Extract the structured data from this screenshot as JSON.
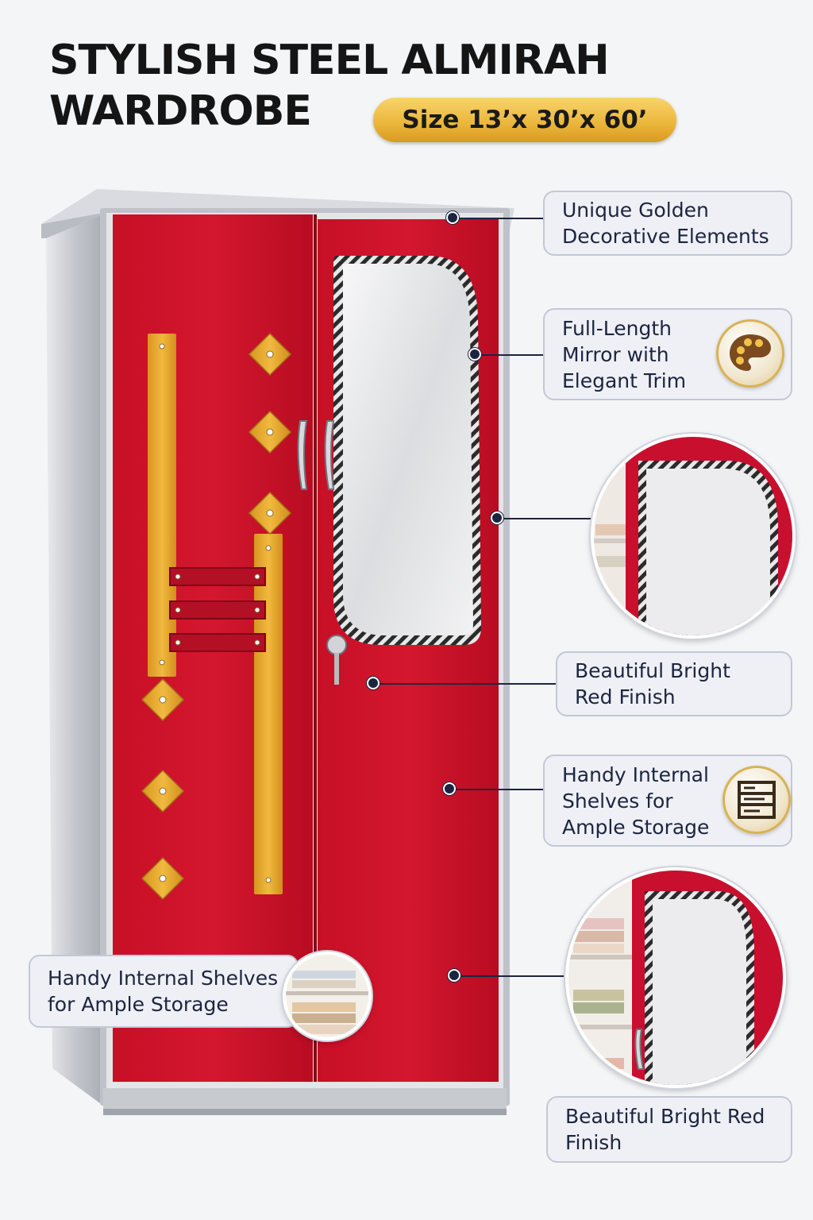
{
  "title": {
    "line1": "STYLISH STEEL ALMIRAH",
    "line2": "WARDROBE"
  },
  "size_badge": "Size 13’x 30’x 60’",
  "callouts": {
    "golden": "Unique Golden\nDecorative Elements",
    "mirror": "Full-Length\nMirror with\nElegant Trim",
    "red_finish": "Beautiful Bright\nRed Finish",
    "shelves_right": "Handy Internal\nShelves for\nAmple Storage",
    "shelves_left": "Handy Internal Shelves\nfor Ample Storage",
    "red_finish_bottom": "Beautiful Bright Red\nFinish"
  },
  "icons": {
    "mirror_callout": "palette-icon",
    "shelves_callout": "shelves-icon"
  },
  "colors": {
    "red": "#c8102e",
    "gold": "#e3a72f",
    "steel": "#c9ccd2",
    "navy": "#1d2440"
  }
}
